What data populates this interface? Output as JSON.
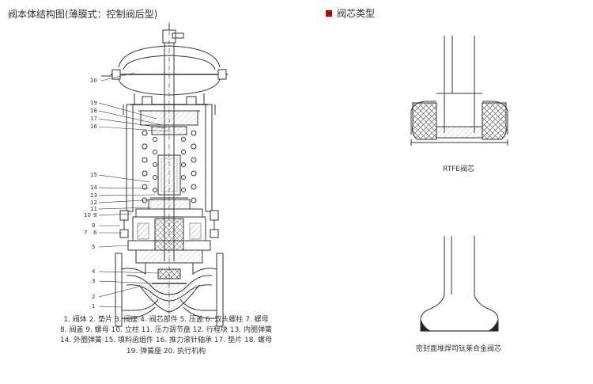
{
  "header": {
    "title": "阀本体结构图(薄膜式：控制阀后型)",
    "section_title": "阀芯类型"
  },
  "callouts": [
    "20",
    "19",
    "18",
    "17",
    "16",
    "15",
    "14",
    "13",
    "12",
    "11",
    "10",
    "9",
    "8",
    "7",
    "6",
    "5",
    "4",
    "3",
    "2",
    "1"
  ],
  "callouts_paired": [
    {
      "a": "10",
      "b": "9"
    },
    {
      "a": "7",
      "b": "6"
    }
  ],
  "legend": {
    "lines": [
      "1. 阀体 2. 垫片 3. 阀座 4. 阀芯部件 5. 压盖 6. 双头螺柱 7. 螺母",
      "8. 阀盖 9. 螺母 10. 立柱 11. 压力调节盘 12. 行程块 13. 内圈弹簧",
      "14. 外圈弹簧 15. 填料函组件 16. 推力滚针轴承 17. 垫片 18. 螺母",
      "19. 弹簧座 20. 执行机构"
    ]
  },
  "valve_core_types": [
    {
      "caption": "RTFE阀芯"
    },
    {
      "caption": "密封面堆焊司钛莱合金阀芯"
    }
  ],
  "colors": {
    "accent": "#c00000",
    "line": "#333333"
  }
}
